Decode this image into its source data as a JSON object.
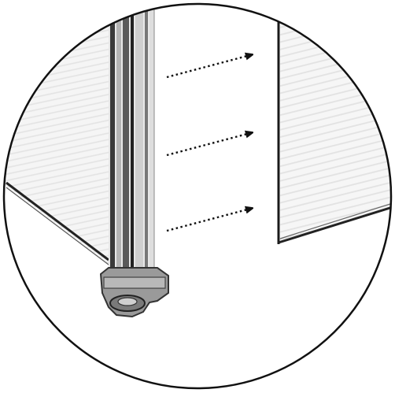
{
  "diagram": {
    "arrows": [
      {
        "name": "arrow-top"
      },
      {
        "name": "arrow-middle"
      },
      {
        "name": "arrow-bottom"
      }
    ],
    "colors": {
      "outline": "#111111",
      "panel_fill": "#f4f4f4",
      "panel_stripe": "#e2e2e2",
      "post_light": "#d8d8d8",
      "post_dark": "#3a3a3a",
      "foot": "#9a9a9a"
    }
  }
}
